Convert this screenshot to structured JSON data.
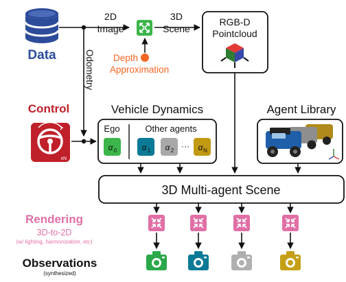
{
  "colors": {
    "data_blue": "#2c4b9a",
    "control_red": "#c0202a",
    "depth_orange": "#f26522",
    "rendering_pink": "#e16fa6",
    "ego_green": "#3cb54a",
    "agent_teal": "#0a7a96",
    "agent_gray": "#a8a8a8",
    "agent_gold": "#c19a12",
    "cam_green": "#2aa84a",
    "cam_teal": "#0a7a96",
    "cam_gray": "#b0b0b0",
    "cam_gold": "#c5a016",
    "dark": "#111111"
  },
  "data_block": {
    "label": "Data",
    "icon": "database-icon"
  },
  "flow_top": {
    "image_label_1": "2D",
    "image_label_2": "Image",
    "scene_label_1": "3D",
    "scene_label_2": "Scene",
    "depth_label_1": "Depth",
    "depth_label_2": "Approximation"
  },
  "pointcloud": {
    "label_1": "RGB-D",
    "label_2": "Pointcloud",
    "icon": "cube-icon"
  },
  "odometry_label": "Odometry",
  "control_block": {
    "label": "Control",
    "badge": "xN",
    "icon": "steering-wheel-icon"
  },
  "vehicle_dynamics": {
    "title": "Vehicle Dynamics",
    "ego_label": "Ego",
    "others_label": "Other agents",
    "ego_token": {
      "sym": "α",
      "sub": "0"
    },
    "agent_tokens": [
      {
        "sym": "α",
        "sub": "1"
      },
      {
        "sym": "α",
        "sub": "2"
      },
      {
        "sym": "α",
        "sub": "N"
      }
    ],
    "ellipsis": "···"
  },
  "agent_library": {
    "title": "Agent Library"
  },
  "scene": {
    "label": "3D Multi-agent Scene"
  },
  "rendering": {
    "title": "Rendering",
    "subtitle": "3D-to-2D",
    "note": "(w/ lighting, harmonization, etc)"
  },
  "observations": {
    "title": "Observations",
    "subtitle": "(synthesized)"
  }
}
